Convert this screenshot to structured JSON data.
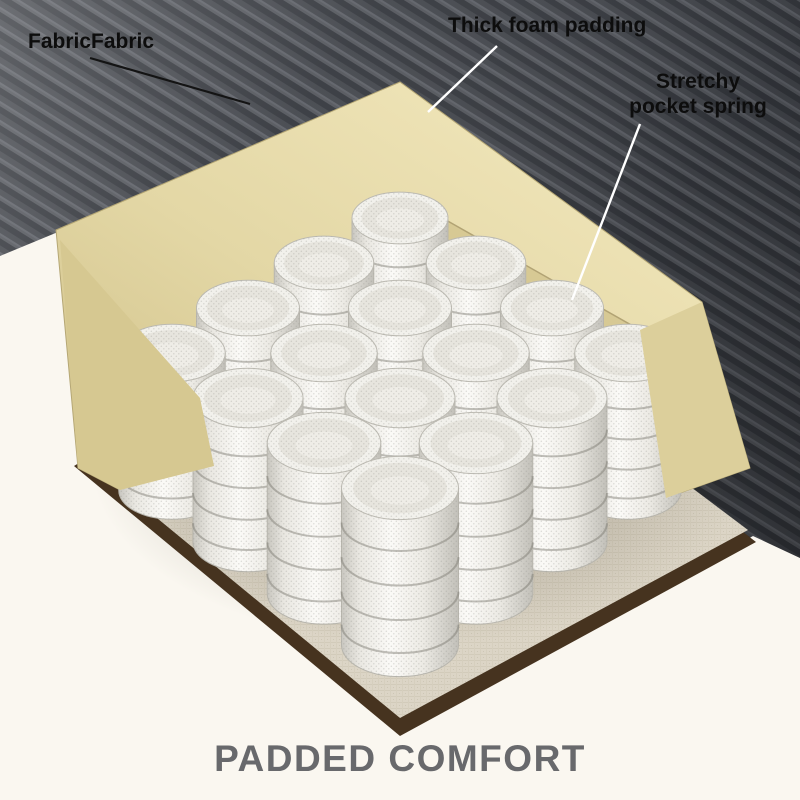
{
  "annotations": {
    "fabric": "FabricFabric",
    "foam": "Thick foam padding",
    "spring_lines": [
      "Stretchy",
      "pocket spring"
    ]
  },
  "caption": "PADDED COMFORT",
  "colors": {
    "background": "#faf7f0",
    "fabric_dark": "#3a3d42",
    "foam_tan": "#e3d8a9",
    "spring_white": "#f2f1ec",
    "base_linen": "#dcd5c6",
    "rim_brown": "#46331f",
    "caption_gray": "#68696c",
    "label_black": "#0d0d0d"
  }
}
